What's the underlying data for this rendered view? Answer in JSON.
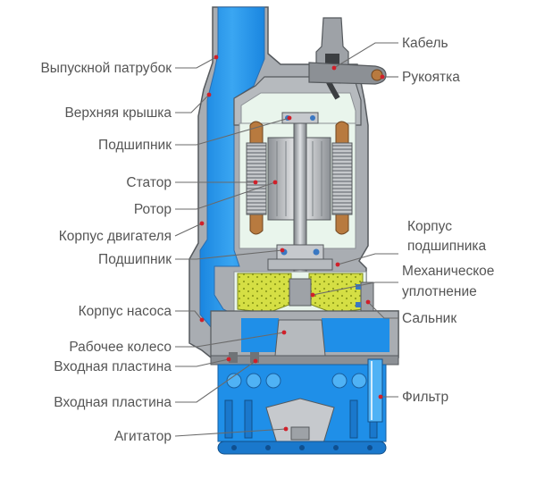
{
  "labels_left": [
    {
      "id": "outlet",
      "text": "Выпускной патрубок"
    },
    {
      "id": "top-cover",
      "text": "Верхняя крышка"
    },
    {
      "id": "bearing-top",
      "text": "Подшипник"
    },
    {
      "id": "stator",
      "text": "Статор"
    },
    {
      "id": "rotor",
      "text": "Ротор"
    },
    {
      "id": "motor-casing",
      "text": "Корпус двигателя"
    },
    {
      "id": "bearing-bottom",
      "text": "Подшипник"
    },
    {
      "id": "pump-casing",
      "text": "Корпус насоса"
    },
    {
      "id": "impeller",
      "text": "Рабочее колесо"
    },
    {
      "id": "inlet-plate-1",
      "text": "Входная пластина"
    },
    {
      "id": "inlet-plate-2",
      "text": "Входная пластина"
    },
    {
      "id": "agitator",
      "text": "Агитатор"
    }
  ],
  "labels_right": [
    {
      "id": "cable",
      "text": "Кабель"
    },
    {
      "id": "handle",
      "text": "Рукоятка"
    },
    {
      "id": "bearing-housing",
      "lines": [
        "Корпус",
        "подшипника"
      ]
    },
    {
      "id": "mech-seal",
      "lines": [
        "Механическое",
        "уплотнение"
      ]
    },
    {
      "id": "gland",
      "text": "Сальник"
    },
    {
      "id": "filter",
      "text": "Фильтр"
    }
  ],
  "colors": {
    "water": "#1f8fe8",
    "water_light": "#4fb2f5",
    "steel": "#a9adb2",
    "steel_dark": "#6f7377",
    "interior": "#e9f5ec",
    "copper": "#b87a3f",
    "oil": "#cfdc3a",
    "label_text": "#555555",
    "marker": "#d0202a"
  }
}
